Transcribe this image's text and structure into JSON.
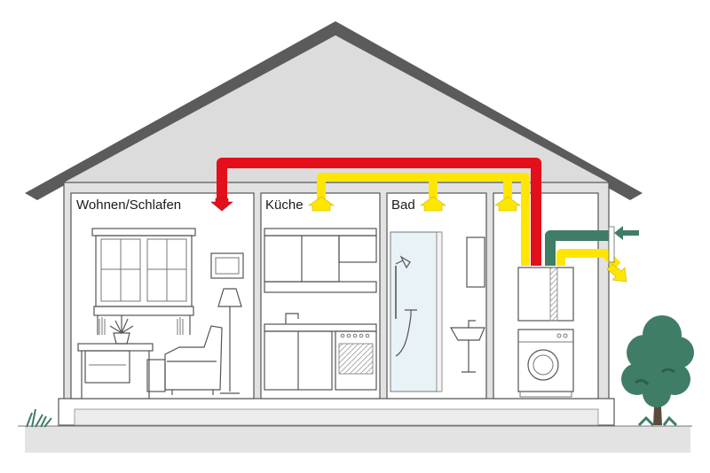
{
  "rooms": {
    "living": {
      "label": "Wohnen/Schlafen"
    },
    "kitchen": {
      "label": "Küche"
    },
    "bath": {
      "label": "Bad"
    },
    "utility": {
      "label": ""
    }
  },
  "colors": {
    "supply_air": "#e3101c",
    "extract_air": "#ffe600",
    "outdoor_air": "#3f7d66",
    "exhaust_air": "#ffe600",
    "roof_fill": "#dcdcdc",
    "ground_fill": "#e3e3e3"
  },
  "icons": {
    "supply_arrow": "arrow-down-icon",
    "extract_arrow": "arrow-up-icon",
    "outdoor_arrow": "arrow-left-icon",
    "exhaust_arrow": "arrow-down-right-icon"
  }
}
